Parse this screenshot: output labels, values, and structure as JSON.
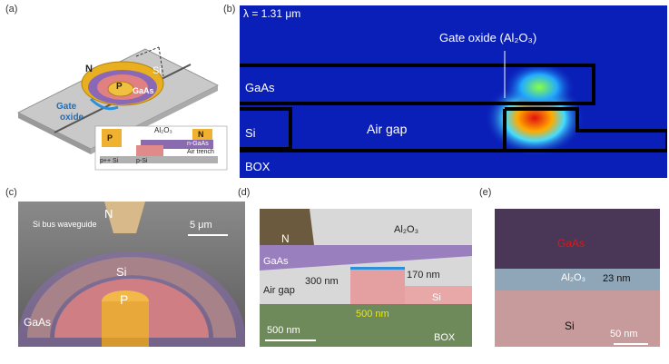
{
  "panels": {
    "a": {
      "label": "(a)",
      "labels": {
        "n": "N",
        "p": "P",
        "si": "Si",
        "gaas": "GaAs",
        "gate1": "Gate",
        "gate2": "oxide",
        "al2o3": "Al₂O₃",
        "n2": "N",
        "p2": "P",
        "ngaas": "n-GaAs",
        "airtrench": "Air trench",
        "ppsi": "p++ Si",
        "psi": "p-Si"
      }
    },
    "b": {
      "label": "(b)",
      "lambda": "λ = 1.31 μm",
      "gate_oxide": "Gate oxide (Al₂O₃)",
      "gaas": "GaAs",
      "si": "Si",
      "air_gap": "Air gap",
      "box": "BOX"
    },
    "c": {
      "label": "(c)",
      "bus": "Si bus waveguide",
      "n": "N",
      "scale": "5 μm",
      "si": "Si",
      "p": "P",
      "gaas": "GaAs"
    },
    "d": {
      "label": "(d)",
      "n": "N",
      "al2o3": "Al₂O₃",
      "gaas": "GaAs",
      "dim300": "300 nm",
      "dim170": "170 nm",
      "air_gap": "Air gap",
      "si": "Si",
      "dim500": "500 nm",
      "scale": "500 nm",
      "box": "BOX"
    },
    "e": {
      "label": "(e)",
      "gaas": "GaAs",
      "al2o3": "Al₂O₃",
      "dim23": "23 nm",
      "si": "Si",
      "scale": "50 nm"
    }
  },
  "colors": {
    "mode_background": "#0a1fb8",
    "mode_peak": "#e01010",
    "gaas_purple": "#8b6bb0",
    "si_pink": "#d88a8a",
    "gold": "#f0b030",
    "box_green": "#6f8a5a",
    "al2o3_blue": "#2d8fd8"
  }
}
